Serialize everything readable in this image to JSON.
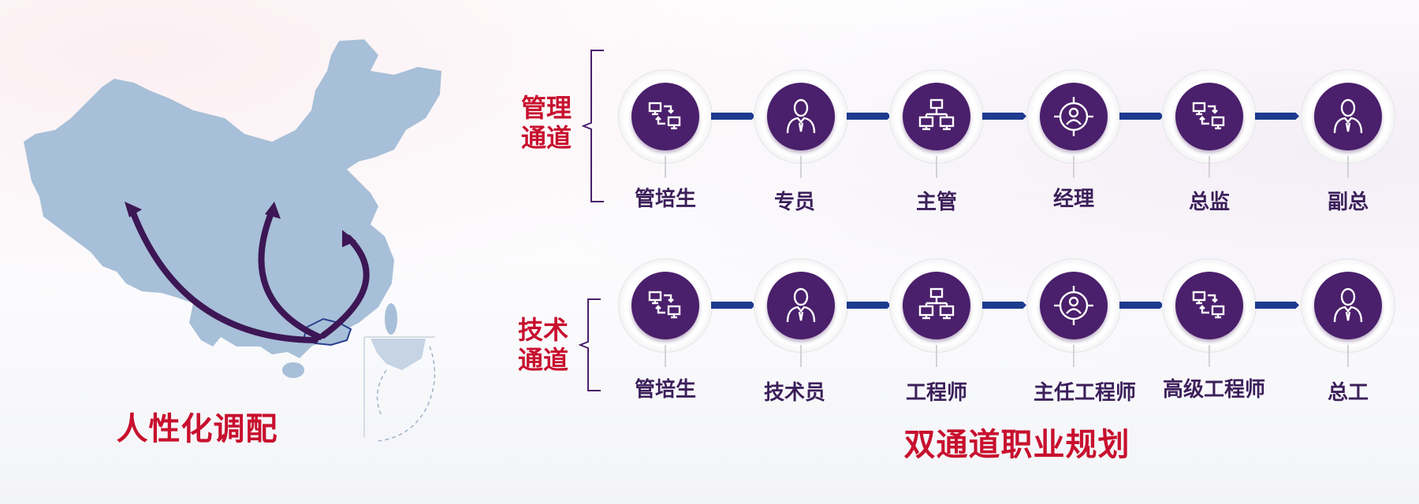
{
  "map": {
    "title": "人性化调配",
    "colors": {
      "land": "#a7bfd8",
      "arrow": "#3d1655",
      "highlight": "#2a3f8f"
    }
  },
  "tracks": [
    {
      "label_line1": "管理",
      "label_line2": "通道",
      "nodes": [
        {
          "label": "管培生",
          "icon": "transfer-computers-icon"
        },
        {
          "label": "专员",
          "icon": "person-tie-icon"
        },
        {
          "label": "主管",
          "icon": "network-computers-icon"
        },
        {
          "label": "经理",
          "icon": "target-person-icon"
        },
        {
          "label": "总监",
          "icon": "transfer-computers-icon"
        },
        {
          "label": "副总",
          "icon": "person-tie-icon"
        }
      ]
    },
    {
      "label_line1": "技术",
      "label_line2": "通道",
      "nodes": [
        {
          "label": "管培生",
          "icon": "transfer-computers-icon"
        },
        {
          "label": "技术员",
          "icon": "person-tie-icon"
        },
        {
          "label": "工程师",
          "icon": "network-computers-icon"
        },
        {
          "label": "主任工程师",
          "icon": "target-person-icon"
        },
        {
          "label": "高级工程师",
          "icon": "transfer-computers-icon"
        },
        {
          "label": "总工",
          "icon": "person-tie-icon"
        }
      ]
    }
  ],
  "main_title": "双通道职业规划",
  "colors": {
    "accent_red": "#c8102e",
    "node_purple": "#4a1f6b",
    "connector_blue": "#1d3a8f",
    "label_purple": "#3c1f5a"
  }
}
